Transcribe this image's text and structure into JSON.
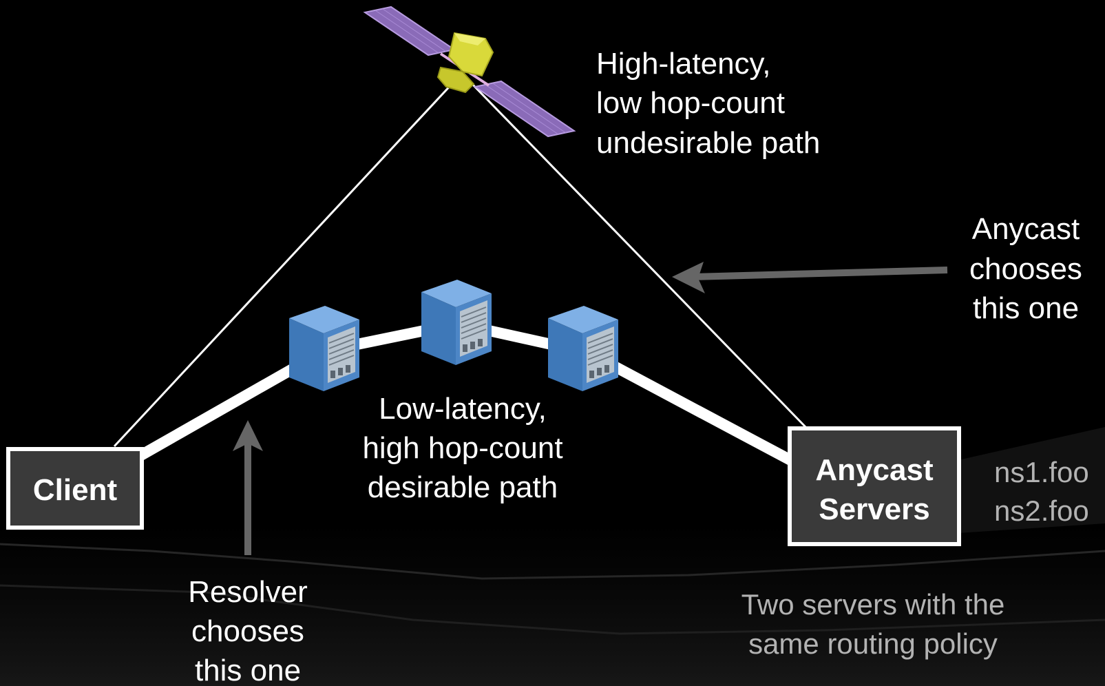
{
  "colors": {
    "background": "#000000",
    "white_text": "#ffffff",
    "grey_text": "#b3b3b3",
    "box_fill": "#3a3a3a",
    "box_border": "#ffffff",
    "arrow": "#666666",
    "server_blue": "#4d86c6",
    "satellite_body": "#d8d838",
    "solar_panel": "#8a6bb8"
  },
  "satellite": {
    "icon": "satellite-icon"
  },
  "servers": [
    {
      "icon": "server-rack-icon"
    },
    {
      "icon": "server-rack-icon"
    },
    {
      "icon": "server-rack-icon"
    }
  ],
  "labels": {
    "high_latency": [
      "High-latency,",
      "low hop-count",
      "undesirable path"
    ],
    "anycast_choice": [
      "Anycast",
      "chooses",
      "this one"
    ],
    "low_latency": [
      "Low-latency,",
      "high hop-count",
      "desirable path"
    ],
    "resolver_choice": [
      "Resolver",
      "chooses",
      "this one"
    ],
    "client_box": "Client",
    "anycast_servers_box": [
      "Anycast",
      "Servers"
    ],
    "nameservers": [
      "ns1.foo",
      "ns2.foo"
    ],
    "same_policy": [
      "Two servers with the",
      "same routing policy"
    ]
  }
}
